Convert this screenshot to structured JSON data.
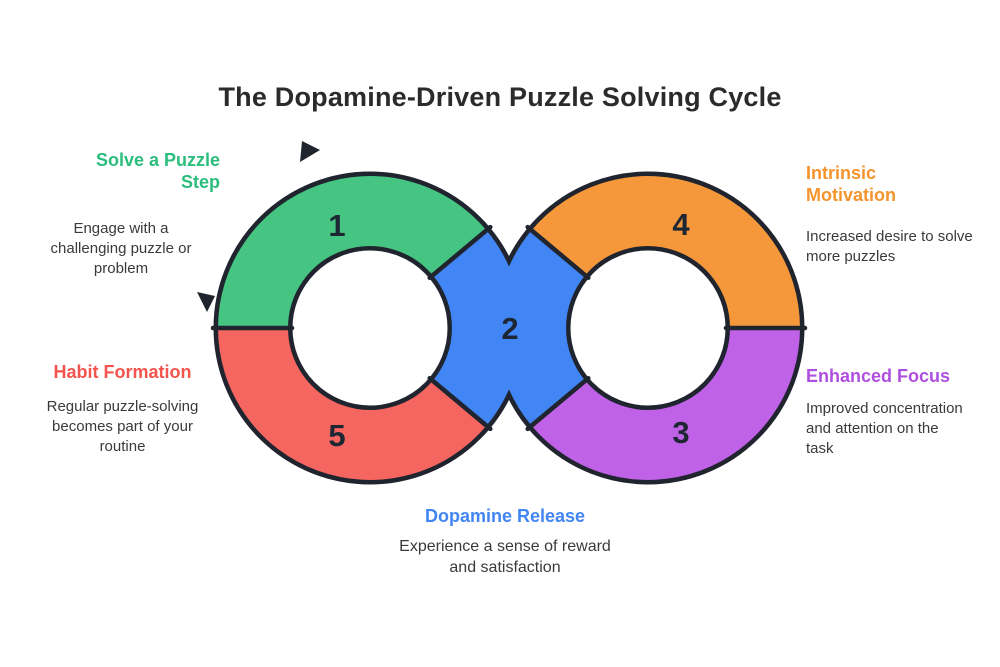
{
  "title": "The Dopamine-Driven Puzzle Solving Cycle",
  "colors": {
    "green": "#45C581",
    "blue": "#4285F4",
    "orange": "#F5983B",
    "purple": "#BF62E8",
    "red": "#F4665F",
    "outline": "#20242E",
    "number": "#1D2733",
    "label_green": "#2BBE7C",
    "label_blue": "#4285F4",
    "label_orange": "#F5932C",
    "label_purple": "#AE4FE0",
    "label_red": "#F4544E",
    "desc_text": "#3A3A3A",
    "title_text": "#2B2B2B"
  },
  "steps": [
    {
      "number": "1",
      "label": "Solve a Puzzle Step",
      "label_line1": "Solve a Puzzle",
      "label_line2": "Step",
      "desc_line1": "Engage with a",
      "desc_line2": "challenging puzzle or",
      "desc_line3": "problem"
    },
    {
      "number": "2",
      "label": "Dopamine Release",
      "desc_line1": "Experience a sense of reward",
      "desc_line2": "and satisfaction"
    },
    {
      "number": "3",
      "label": "Enhanced Focus",
      "desc_line1": "Improved concentration",
      "desc_line2": "and attention on the",
      "desc_line3": "task"
    },
    {
      "number": "4",
      "label": "Intrinsic Motivation",
      "label_line1": "Intrinsic",
      "label_line2": "Motivation",
      "desc_line1": "Increased desire to solve",
      "desc_line2": "more puzzles"
    },
    {
      "number": "5",
      "label": "Habit Formation",
      "desc_line1": "Regular puzzle-solving",
      "desc_line2": "becomes part of your",
      "desc_line3": "routine"
    }
  ]
}
